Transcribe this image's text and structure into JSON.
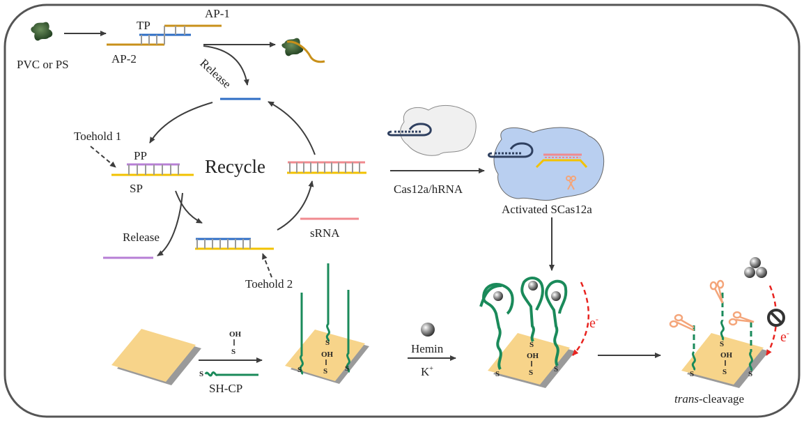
{
  "diagram": {
    "top": {
      "microplastic_label": "PVC or PS",
      "probe_labels": {
        "tp": "TP",
        "ap1": "AP-1",
        "ap2": "AP-2"
      },
      "release_label": "Release"
    },
    "cycle": {
      "center_label": "Recycle",
      "toehold1": "Toehold 1",
      "toehold2": "Toehold 2",
      "pp": "PP",
      "sp": "SP",
      "release_label": "Release",
      "srna": "sRNA"
    },
    "cas": {
      "arrow_label": "Cas12a/hRNA",
      "activated_label": "Activated SCas12a"
    },
    "electrode": {
      "thiol_top": "OH",
      "thiol_s": "S",
      "probe_label": "SH-CP",
      "probe_s": "S",
      "hemin_label": "Hemin",
      "k_label": "K",
      "k_sup": "+",
      "electron": "e",
      "electron_sup": "-",
      "trans_prefix": "trans",
      "trans_suffix": "-cleavage"
    },
    "colors": {
      "frame": "#555555",
      "arrow": "#3d3d3d",
      "orange_strand": "#c8901a",
      "blue_strand": "#2e6dc4",
      "yellow_strand": "#f2c200",
      "purple_strand": "#b77fd6",
      "pink_strand": "#f08a8f",
      "green_probe": "#1a8a5a",
      "electrode": "#f7d48a",
      "electrode_shadow": "#9a9a9a",
      "cas_grey": "#f0f0f0",
      "cas_blue": "#b9cff0",
      "scissor": "#f4a57a",
      "electron_red": "#e8231f",
      "particle": "#1f4a22"
    }
  }
}
